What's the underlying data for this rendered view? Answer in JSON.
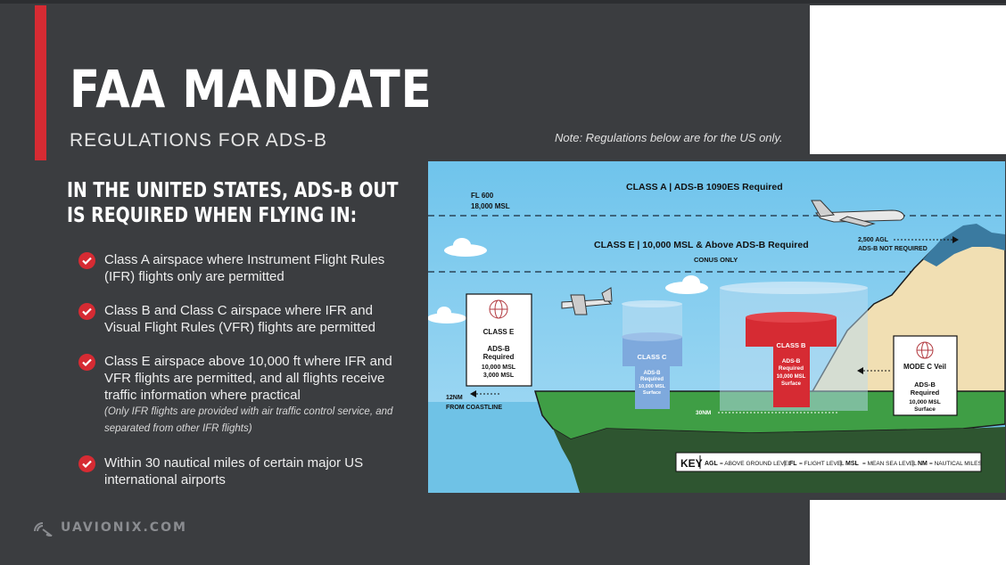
{
  "header": {
    "title": "FAA MANDATE",
    "subtitle": "REGULATIONS FOR ADS-B",
    "note": "Note: Regulations below are for the US only."
  },
  "section": {
    "heading_line1": "IN THE UNITED STATES, ADS-B OUT",
    "heading_line2": "IS REQUIRED WHEN FLYING IN:"
  },
  "bullets": [
    {
      "text": "Class A airspace where Instrument Flight Rules (IFR) flights only are permitted",
      "note": ""
    },
    {
      "text": "Class B and Class C airspace where IFR and Visual Flight Rules (VFR) flights are permitted",
      "note": ""
    },
    {
      "text": "Class E airspace above 10,000 ft where IFR and VFR flights are permitted, and all flights receive traffic information where practical",
      "note": "(Only IFR flights are provided with air traffic control service, and separated from other IFR flights)"
    },
    {
      "text": "Within 30 nautical miles of certain major US international airports",
      "note": ""
    }
  ],
  "logo": {
    "text": "UAVIONIX.COM"
  },
  "diagram": {
    "fl600": "FL 600",
    "msl18000": "18,000 MSL",
    "class_a": "CLASS A | ADS-B 1090ES Required",
    "class_e_upper": "CLASS E | 10,000 MSL & Above ADS-B Required",
    "conus": "CONUS ONLY",
    "agl_line1": "2,500 AGL",
    "agl_line2": "ADS-B NOT REQUIRED",
    "class_e_box": {
      "title": "CLASS E",
      "l1": "ADS-B",
      "l2": "Required",
      "l3": "10,000 MSL",
      "l4": "3,000 MSL"
    },
    "class_c": {
      "title": "CLASS C",
      "l1": "ADS-B",
      "l2": "Required",
      "l3": "10,000 MSL",
      "l4": "Surface"
    },
    "class_b": {
      "title": "CLASS B",
      "l1": "ADS-B",
      "l2": "Required",
      "l3": "10,000 MSL",
      "l4": "Surface"
    },
    "mode_c": {
      "title": "MODE C Veil",
      "l1": "ADS-B",
      "l2": "Required",
      "l3": "10,000 MSL",
      "l4": "Surface"
    },
    "nm12_line1": "12NM",
    "nm12_line2": "FROM COASTLINE",
    "nm30": "30NM",
    "key": {
      "label": "KEY",
      "agl": "AGL",
      "agl_def": "= ABOVE GROUND LEVEL",
      "fl": "FL",
      "fl_def": "= FLIGHT LEVEL",
      "msl": "MSL",
      "msl_def": "= MEAN SEA LEVEL",
      "nm": "NM",
      "nm_def": "= NAUTICAL MILES",
      "sep": "|"
    }
  },
  "colors": {
    "background": "#3b3d40",
    "accent_red": "#d62b33",
    "sky": "#7fcbef",
    "ground": "#3f9e45",
    "water": "#6fc2e6",
    "class_c_blue": "#7ea9dd",
    "mountain_tan": "#f1dfb3"
  },
  "icons": [
    "check-icon",
    "radar-logo-icon",
    "airliner-icon",
    "small-plane-icon",
    "globe-icon"
  ]
}
